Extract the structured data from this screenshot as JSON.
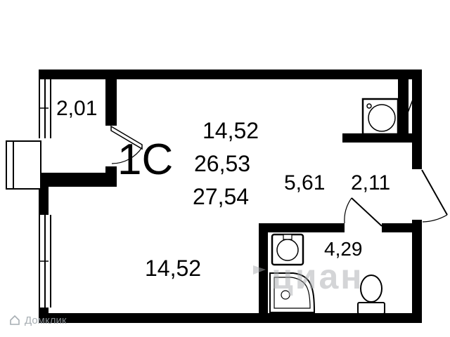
{
  "plan": {
    "apartment_type": "1С",
    "balcony_area": "2,01",
    "area_living": "14,52",
    "area_total": "26,53",
    "area_total_with_balcony": "27,54",
    "corridor_area": "5,61",
    "hallway_area": "2,11",
    "bathroom_area": "4,29",
    "room_area": "14,52"
  },
  "watermarks": {
    "domclick": "Домклик",
    "cian": "циан"
  },
  "colors": {
    "wall": "#000000",
    "background": "#ffffff",
    "watermark": "#a6abb0"
  }
}
